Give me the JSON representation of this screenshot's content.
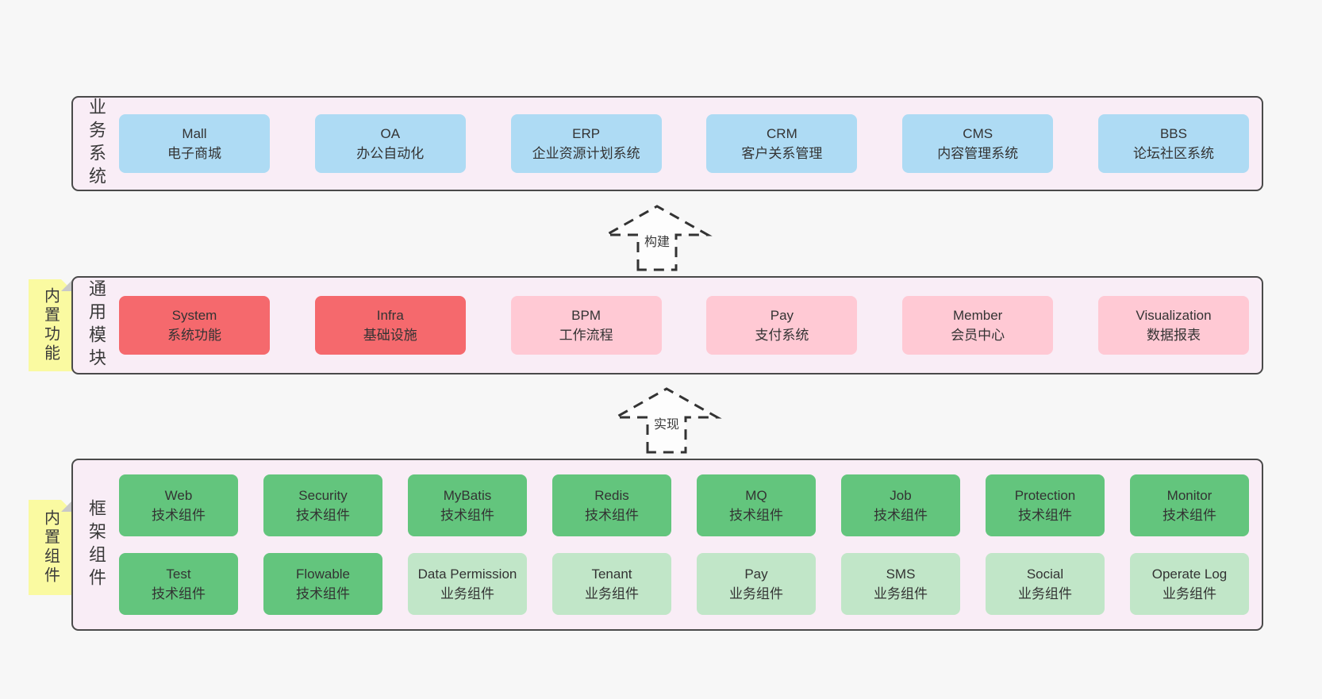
{
  "layers": [
    {
      "label": "业务系统",
      "boxes": [
        {
          "name": "Mall",
          "desc": "电子商城"
        },
        {
          "name": "OA",
          "desc": "办公自动化"
        },
        {
          "name": "ERP",
          "desc": "企业资源计划系统"
        },
        {
          "name": "CRM",
          "desc": "客户关系管理"
        },
        {
          "name": "CMS",
          "desc": "内容管理系统"
        },
        {
          "name": "BBS",
          "desc": "论坛社区系统"
        }
      ]
    },
    {
      "label": "通用模块",
      "note": "内置功能",
      "boxes": [
        {
          "name": "System",
          "desc": "系统功能"
        },
        {
          "name": "Infra",
          "desc": "基础设施"
        },
        {
          "name": "BPM",
          "desc": "工作流程"
        },
        {
          "name": "Pay",
          "desc": "支付系统"
        },
        {
          "name": "Member",
          "desc": "会员中心"
        },
        {
          "name": "Visualization",
          "desc": "数据报表"
        }
      ]
    },
    {
      "label": "框架组件",
      "note": "内置组件",
      "rows": [
        [
          {
            "name": "Web",
            "desc": "技术组件"
          },
          {
            "name": "Security",
            "desc": "技术组件"
          },
          {
            "name": "MyBatis",
            "desc": "技术组件"
          },
          {
            "name": "Redis",
            "desc": "技术组件"
          },
          {
            "name": "MQ",
            "desc": "技术组件"
          },
          {
            "name": "Job",
            "desc": "技术组件"
          },
          {
            "name": "Protection",
            "desc": "技术组件"
          },
          {
            "name": "Monitor",
            "desc": "技术组件"
          }
        ],
        [
          {
            "name": "Test",
            "desc": "技术组件"
          },
          {
            "name": "Flowable",
            "desc": "技术组件"
          },
          {
            "name": "Data Permission",
            "desc": "业务组件"
          },
          {
            "name": "Tenant",
            "desc": "业务组件"
          },
          {
            "name": "Pay",
            "desc": "业务组件"
          },
          {
            "name": "SMS",
            "desc": "业务组件"
          },
          {
            "name": "Social",
            "desc": "业务组件"
          },
          {
            "name": "Operate Log",
            "desc": "业务组件"
          }
        ]
      ]
    }
  ],
  "arrows": [
    {
      "label": "构建"
    },
    {
      "label": "实现"
    }
  ],
  "colors": {
    "page_bg": "#f7f7f7",
    "container_bg": "#f9edf6",
    "container_border": "#4a4a4a",
    "blue_box": "#aedbf4",
    "red_box": "#f5696d",
    "pink_box": "#ffc9d4",
    "green_box": "#63c57d",
    "light_green_box": "#c1e6c8",
    "note_yellow": "#fafaa1"
  }
}
